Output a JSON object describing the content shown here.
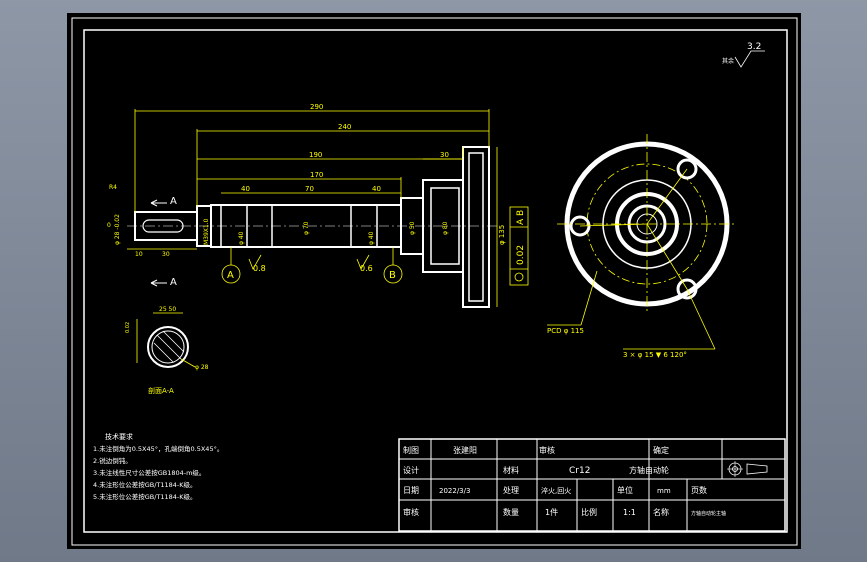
{
  "roughness": {
    "label": "其余",
    "value": "3.2"
  },
  "dimensions": {
    "d290": "290",
    "d240": "240",
    "d190": "190",
    "d170": "170",
    "d40a": "40",
    "d70": "70",
    "d40b": "40",
    "d30": "30",
    "r4": "R4",
    "d0": "0",
    "d10": "10",
    "d30b": "30",
    "dia28": "φ 28 -0.02",
    "m39": "M39X1.0",
    "dia40a": "φ 40",
    "dia70": "φ 70",
    "dia40b": "φ 40",
    "dia50": "φ 50",
    "dia80": "φ 80",
    "dia135": "φ 135",
    "section_a_top": "A",
    "section_a_bot": "A",
    "sec_width": "25 50",
    "sec_dia": "φ 28",
    "sec_tol": "0.02",
    "datum_a": "A",
    "datum_b": "B",
    "rough_a": "0.8",
    "rough_b": "0.6"
  },
  "tolerance_frame": {
    "value": "0.02",
    "refs": "A B"
  },
  "section_label": "剖面A-A",
  "pcd_label": "PCD φ 115",
  "holes_label": "3 × φ 15 ▼ 6 120°",
  "tech_requirements": {
    "title": "技术要求",
    "items": [
      "1.未注倒角为0.5X45°，孔端倒角0.5X45°。",
      "2.锐边倒钝。",
      "3.未注线性尺寸公差按GB1804-m级。",
      "4.未注形位公差按GB/T1184-K级。",
      "5.未注形位公差按GB/T1184-K级。"
    ]
  },
  "title_block": {
    "drawn_label": "制图",
    "drawn_name": "张建阳",
    "check_label": "审核",
    "approve_label": "确定",
    "design_label": "设计",
    "material_label": "材料",
    "material": "Cr12",
    "part_name": "方轴自动轮",
    "date_label": "日期",
    "date": "2022/3/3",
    "treatment_label": "处理",
    "treatment": "淬火,回火",
    "unit_label": "单位",
    "unit": "mm",
    "pages_label": "页数",
    "review_label": "审核",
    "qty_label": "数量",
    "qty": "1件",
    "scale_label": "比例",
    "scale": "1:1",
    "name_label": "名称",
    "drawing_no": "方轴自动轮主轴"
  }
}
